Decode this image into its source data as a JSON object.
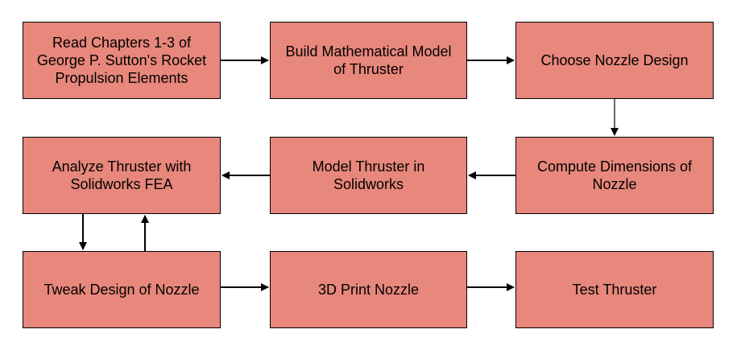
{
  "colors": {
    "box_fill": "#e8877c",
    "box_border": "#000000",
    "arrow": "#000000"
  },
  "steps": [
    {
      "label": "Read Chapters 1-3 of George P. Sutton's Rocket Propulsion Elements"
    },
    {
      "label": "Build Mathematical Model of Thruster"
    },
    {
      "label": "Choose Nozzle Design"
    },
    {
      "label": "Analyze Thruster with Solidworks FEA"
    },
    {
      "label": "Model Thruster in Solidworks"
    },
    {
      "label": "Compute Dimensions of Nozzle"
    },
    {
      "label": "Tweak Design of Nozzle"
    },
    {
      "label": "3D Print Nozzle"
    },
    {
      "label": "Test Thruster"
    }
  ],
  "connections": [
    {
      "from": "Read Chapters 1-3 of George P. Sutton's Rocket Propulsion Elements",
      "to": "Build Mathematical Model of Thruster"
    },
    {
      "from": "Build Mathematical Model of Thruster",
      "to": "Choose Nozzle Design"
    },
    {
      "from": "Choose Nozzle Design",
      "to": "Compute Dimensions of Nozzle"
    },
    {
      "from": "Compute Dimensions of Nozzle",
      "to": "Model Thruster in Solidworks"
    },
    {
      "from": "Model Thruster in Solidworks",
      "to": "Analyze Thruster with Solidworks FEA"
    },
    {
      "from": "Analyze Thruster with Solidworks FEA",
      "to": "Tweak Design of Nozzle"
    },
    {
      "from": "Tweak Design of Nozzle",
      "to": "Analyze Thruster with Solidworks FEA"
    },
    {
      "from": "Tweak Design of Nozzle",
      "to": "3D Print Nozzle"
    },
    {
      "from": "3D Print Nozzle",
      "to": "Test Thruster"
    }
  ]
}
